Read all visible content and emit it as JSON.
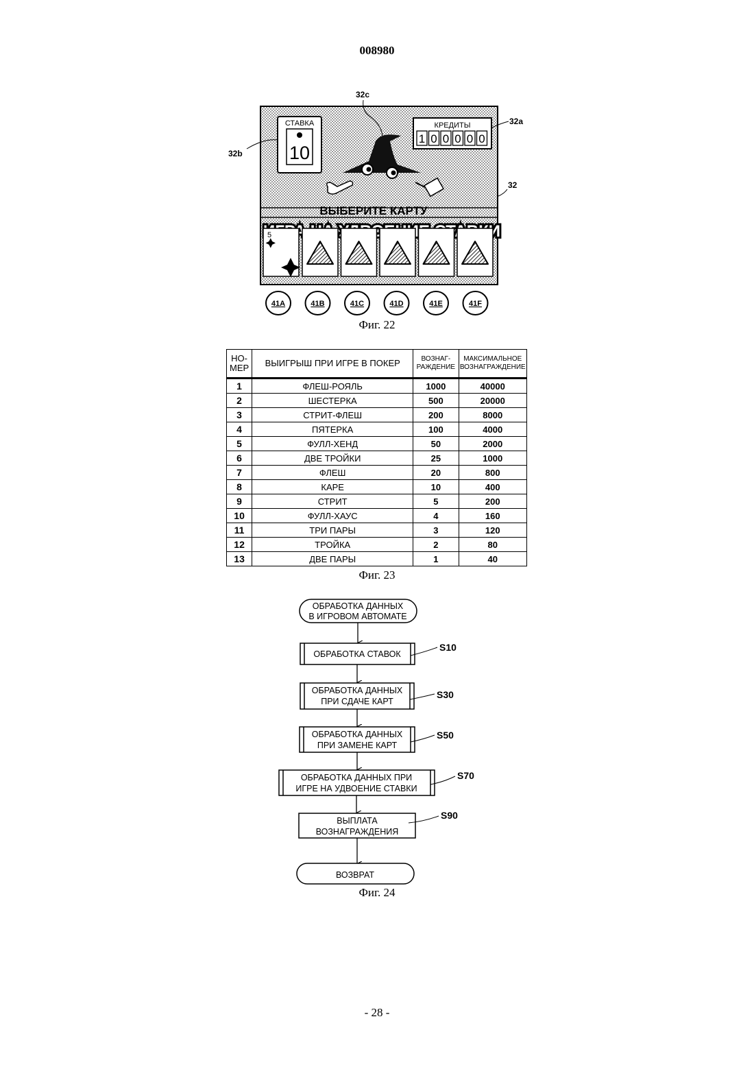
{
  "header": {
    "doc_number": "008980"
  },
  "fig22": {
    "caption": "Фиг. 22",
    "stake_label": "СТАВКА",
    "stake_value": "10",
    "credits_label": "КРЕДИТЫ",
    "credits_digits": [
      "1",
      "0",
      "0",
      "0",
      "0",
      "0"
    ],
    "prompt": "ВЫБЕРИТЕ КАРТУ",
    "double_up_title": "ИГРА НА УДВОЕНИЕ СТАВКИ",
    "first_card_rank": "5",
    "ref_32": "32",
    "ref_32a": "32a",
    "ref_32b": "32b",
    "ref_32c": "32c",
    "buttons": [
      "41A",
      "41B",
      "41C",
      "41D",
      "41E",
      "41F"
    ]
  },
  "fig23": {
    "caption": "Фиг. 23",
    "headers": {
      "num": [
        "НО-",
        "МЕР"
      ],
      "hand": "ВЫИГРЫШ ПРИ ИГРЕ В ПОКЕР",
      "reward": [
        "ВОЗНАГ-",
        "РАЖДЕНИЕ"
      ],
      "max_reward": [
        "МАКСИМАЛЬНОЕ",
        "ВОЗНАГРАЖДЕНИЕ"
      ]
    },
    "rows": [
      {
        "num": "1",
        "hand": "ФЛЕШ-РОЯЛЬ",
        "reward": "1000",
        "max": "40000"
      },
      {
        "num": "2",
        "hand": "ШЕСТЕРКА",
        "reward": "500",
        "max": "20000"
      },
      {
        "num": "3",
        "hand": "СТРИТ-ФЛЕШ",
        "reward": "200",
        "max": "8000"
      },
      {
        "num": "4",
        "hand": "ПЯТЕРКА",
        "reward": "100",
        "max": "4000"
      },
      {
        "num": "5",
        "hand": "ФУЛЛ-ХЕНД",
        "reward": "50",
        "max": "2000"
      },
      {
        "num": "6",
        "hand": "ДВЕ ТРОЙКИ",
        "reward": "25",
        "max": "1000"
      },
      {
        "num": "7",
        "hand": "ФЛЕШ",
        "reward": "20",
        "max": "800"
      },
      {
        "num": "8",
        "hand": "КАРЕ",
        "reward": "10",
        "max": "400"
      },
      {
        "num": "9",
        "hand": "СТРИТ",
        "reward": "5",
        "max": "200"
      },
      {
        "num": "10",
        "hand": "ФУЛЛ-ХАУС",
        "reward": "4",
        "max": "160"
      },
      {
        "num": "11",
        "hand": "ТРИ ПАРЫ",
        "reward": "3",
        "max": "120"
      },
      {
        "num": "12",
        "hand": "ТРОЙКА",
        "reward": "2",
        "max": "80"
      },
      {
        "num": "13",
        "hand": "ДВЕ ПАРЫ",
        "reward": "1",
        "max": "40"
      }
    ]
  },
  "fig24": {
    "caption": "Фиг. 24",
    "start": [
      "ОБРАБОТКА ДАННЫХ",
      "В ИГРОВОМ АВТОМАТЕ"
    ],
    "s10": [
      "ОБРАБОТКА СТАВОК"
    ],
    "s30": [
      "ОБРАБОТКА ДАННЫХ",
      "ПРИ СДАЧЕ КАРТ"
    ],
    "s50": [
      "ОБРАБОТКА ДАННЫХ",
      "ПРИ ЗАМЕНЕ КАРТ"
    ],
    "s70": [
      "ОБРАБОТКА ДАННЫХ ПРИ",
      "ИГРЕ НА УДВОЕНИЕ СТАВКИ"
    ],
    "s90": [
      "ВЫПЛАТА",
      "ВОЗНАГРАЖДЕНИЯ"
    ],
    "end": "ВОЗВРАТ",
    "labels": {
      "s10": "S10",
      "s30": "S30",
      "s50": "S50",
      "s70": "S70",
      "s90": "S90"
    }
  },
  "footer": {
    "page_number": "- 28 -"
  }
}
